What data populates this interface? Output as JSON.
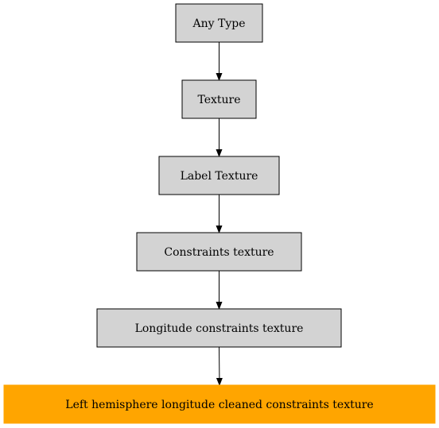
{
  "diagram": {
    "nodes": [
      {
        "id": "any-type",
        "label": "Any Type",
        "fill": "#d3d3d3",
        "stroke": "#000000"
      },
      {
        "id": "texture",
        "label": "Texture",
        "fill": "#d3d3d3",
        "stroke": "#000000"
      },
      {
        "id": "label-texture",
        "label": "Label Texture",
        "fill": "#d3d3d3",
        "stroke": "#000000"
      },
      {
        "id": "constraints-texture",
        "label": "Constraints texture",
        "fill": "#d3d3d3",
        "stroke": "#000000"
      },
      {
        "id": "longitude-constraints-texture",
        "label": "Longitude constraints texture",
        "fill": "#d3d3d3",
        "stroke": "#000000"
      },
      {
        "id": "left-hemisphere-longitude-cleaned-constraints-texture",
        "label": "Left hemisphere longitude cleaned constraints texture",
        "fill": "#ffa500",
        "stroke": "#ffa500"
      }
    ],
    "edges": [
      {
        "from": "any-type",
        "to": "texture"
      },
      {
        "from": "texture",
        "to": "label-texture"
      },
      {
        "from": "label-texture",
        "to": "constraints-texture"
      },
      {
        "from": "constraints-texture",
        "to": "longitude-constraints-texture"
      },
      {
        "from": "longitude-constraints-texture",
        "to": "left-hemisphere-longitude-cleaned-constraints-texture"
      }
    ]
  }
}
